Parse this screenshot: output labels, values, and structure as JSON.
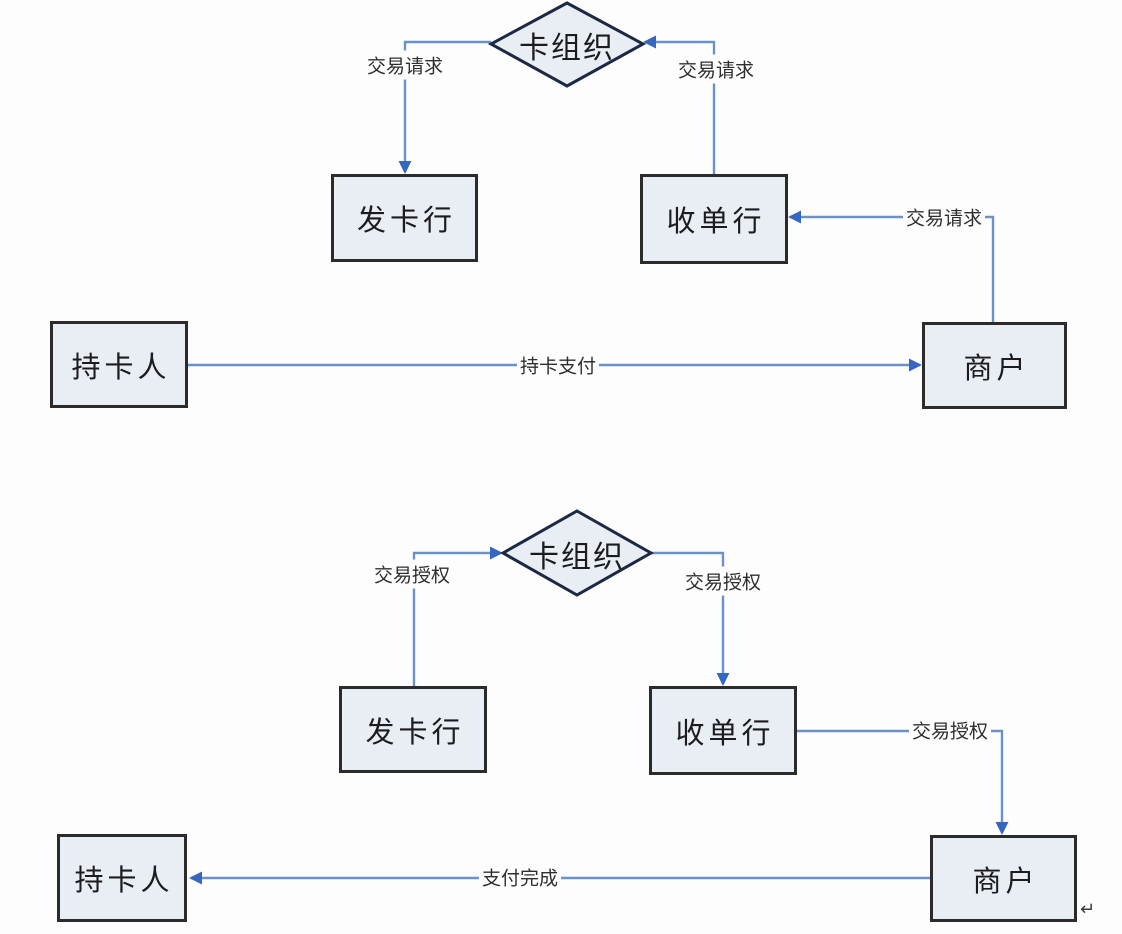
{
  "colors": {
    "page_bg": "#fdfdfe",
    "node_fill": "#e9edf4",
    "node_border": "#2b2b2b",
    "diamond_border": "#1c2944",
    "line": "#6b92c7",
    "arrow": "#3566c0",
    "node_text": "#1c1c1e",
    "label_text": "#2e2e30"
  },
  "flows": {
    "request": {
      "nodes": {
        "card_org": {
          "label": "卡组织",
          "shape": "diamond"
        },
        "issuer": {
          "label": "发卡行",
          "shape": "rect"
        },
        "acquirer": {
          "label": "收单行",
          "shape": "rect"
        },
        "cardholder": {
          "label": "持卡人",
          "shape": "rect"
        },
        "merchant": {
          "label": "商户",
          "shape": "rect"
        }
      },
      "edges": {
        "org_to_issuer": {
          "label": "交易请求",
          "from": "card_org",
          "to": "issuer"
        },
        "acquirer_to_org": {
          "label": "交易请求",
          "from": "acquirer",
          "to": "card_org"
        },
        "merchant_to_acquirer": {
          "label": "交易请求",
          "from": "merchant",
          "to": "acquirer"
        },
        "cardholder_to_merchant": {
          "label": "持卡支付",
          "from": "cardholder",
          "to": "merchant"
        }
      }
    },
    "auth": {
      "nodes": {
        "card_org": {
          "label": "卡组织",
          "shape": "diamond"
        },
        "issuer": {
          "label": "发卡行",
          "shape": "rect"
        },
        "acquirer": {
          "label": "收单行",
          "shape": "rect"
        },
        "cardholder": {
          "label": "持卡人",
          "shape": "rect"
        },
        "merchant": {
          "label": "商户",
          "shape": "rect"
        }
      },
      "edges": {
        "issuer_to_org": {
          "label": "交易授权",
          "from": "issuer",
          "to": "card_org"
        },
        "org_to_acquirer": {
          "label": "交易授权",
          "from": "card_org",
          "to": "acquirer"
        },
        "acquirer_to_merchant": {
          "label": "交易授权",
          "from": "acquirer",
          "to": "merchant"
        },
        "merchant_to_cardholder": {
          "label": "支付完成",
          "from": "merchant",
          "to": "cardholder"
        }
      }
    }
  },
  "annotations": {
    "return_mark": "↵"
  }
}
